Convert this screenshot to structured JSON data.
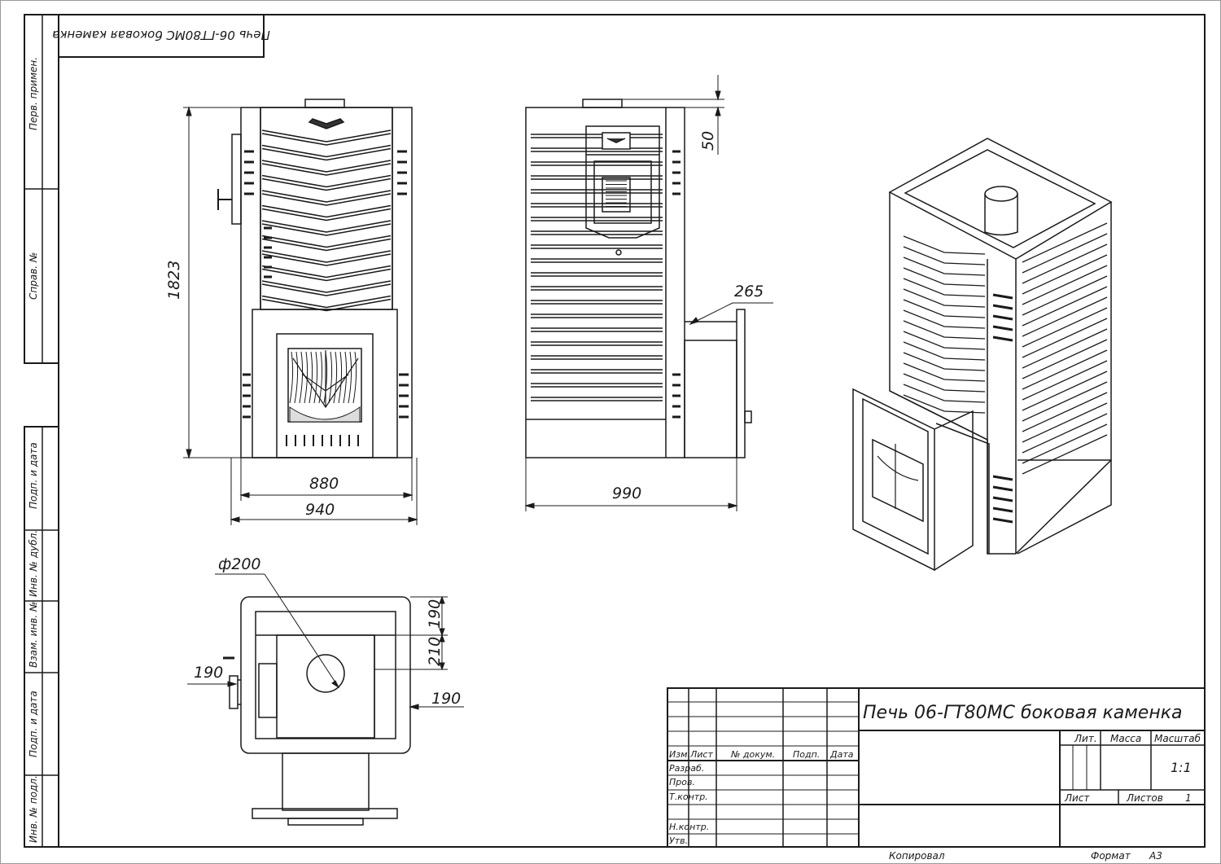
{
  "stamp": {
    "mirrored_title": "Печь 06-ГТ80МС боковая каменка"
  },
  "left_strip": {
    "perv_primen": "Перв. примен.",
    "sprav_no": "Справ. №",
    "podp_data_1": "Подп. и дата",
    "inv_dubl": "Инв. № дубл.",
    "vzam_inv": "Взам. инв. №",
    "podp_data_2": "Подп. и дата",
    "inv_podl": "Инв. № подл."
  },
  "dims": {
    "height": "1823",
    "w880": "880",
    "w940": "940",
    "w990": "990",
    "d265": "265",
    "d50": "50",
    "diam": "ф200",
    "t190a": "190",
    "t210": "210",
    "t190b": "190",
    "t190c": "190"
  },
  "title_block": {
    "name": "Печь 06-ГТ80МС боковая каменка",
    "h_izm": "Изм.",
    "h_list": "Лист",
    "h_doc": "№ докум.",
    "h_podp": "Подп.",
    "h_data": "Дата",
    "r_razrab": "Разраб.",
    "r_prov": "Пров.",
    "r_tkontr": "Т.контр.",
    "r_nkontr": "Н.контр.",
    "r_utv": "Утв.",
    "lit": "Лит.",
    "massa": "Масса",
    "masshtab": "Масштаб",
    "scale": "1:1",
    "list": "Лист",
    "listov": "Листов",
    "listov_val": "1"
  },
  "footer": {
    "kopiroval": "Копировал",
    "format": "Формат",
    "format_val": "А3"
  }
}
